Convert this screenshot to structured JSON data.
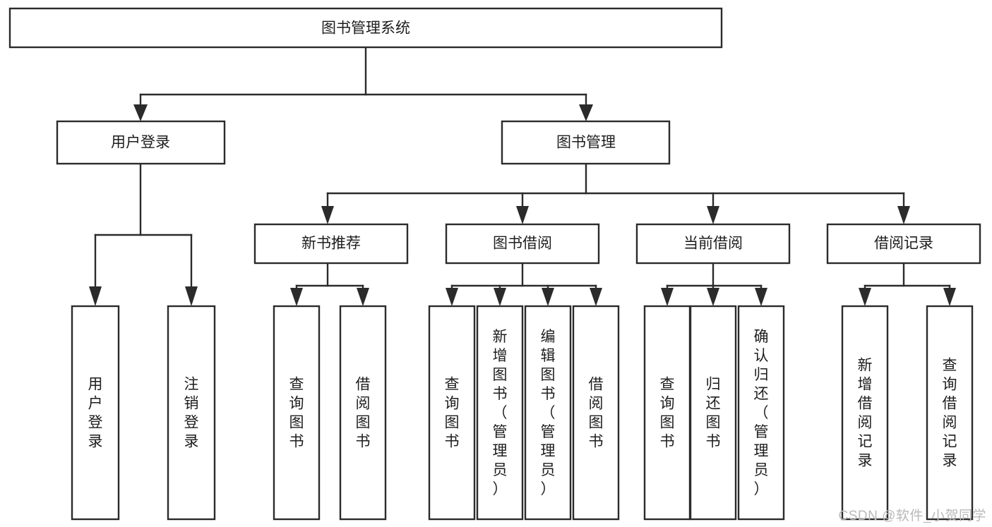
{
  "diagram": {
    "type": "tree-hierarchy-diagram",
    "title": "图书管理系统",
    "root": {
      "id": "root",
      "label": "图书管理系统",
      "orientation": "horizontal"
    },
    "level2": [
      {
        "id": "user-login",
        "label": "用户登录",
        "orientation": "horizontal"
      },
      {
        "id": "book-manage",
        "label": "图书管理",
        "orientation": "horizontal"
      }
    ],
    "level3": [
      {
        "id": "new-book-recommend",
        "label": "新书推荐",
        "orientation": "horizontal",
        "parent": "book-manage"
      },
      {
        "id": "book-borrow",
        "label": "图书借阅",
        "orientation": "horizontal",
        "parent": "book-manage"
      },
      {
        "id": "current-borrow",
        "label": "当前借阅",
        "orientation": "horizontal",
        "parent": "book-manage"
      },
      {
        "id": "borrow-record",
        "label": "借阅记录",
        "orientation": "horizontal",
        "parent": "book-manage"
      }
    ],
    "leaves": [
      {
        "id": "leaf-user-login",
        "label": "用户登录",
        "orientation": "vertical",
        "parent": "user-login"
      },
      {
        "id": "leaf-user-logout",
        "label": "注销登录",
        "orientation": "vertical",
        "parent": "user-login"
      },
      {
        "id": "leaf-query-book-1",
        "label": "查询图书",
        "orientation": "vertical",
        "parent": "new-book-recommend"
      },
      {
        "id": "leaf-borrow-book-1",
        "label": "借阅图书",
        "orientation": "vertical",
        "parent": "new-book-recommend"
      },
      {
        "id": "leaf-query-book-2",
        "label": "查询图书",
        "orientation": "vertical",
        "parent": "book-borrow"
      },
      {
        "id": "leaf-add-book",
        "label": "新增图书（管理员）",
        "orientation": "vertical",
        "parent": "book-borrow"
      },
      {
        "id": "leaf-edit-book",
        "label": "编辑图书（管理员）",
        "orientation": "vertical",
        "parent": "book-borrow"
      },
      {
        "id": "leaf-borrow-book-2",
        "label": "借阅图书",
        "orientation": "vertical",
        "parent": "book-borrow"
      },
      {
        "id": "leaf-query-book-3",
        "label": "查询图书",
        "orientation": "vertical",
        "parent": "current-borrow"
      },
      {
        "id": "leaf-return-book",
        "label": "归还图书",
        "orientation": "vertical",
        "parent": "current-borrow"
      },
      {
        "id": "leaf-confirm-return",
        "label": "确认归还（管理员）",
        "orientation": "vertical",
        "parent": "current-borrow"
      },
      {
        "id": "leaf-add-record",
        "label": "新增借阅记录",
        "orientation": "vertical",
        "parent": "borrow-record"
      },
      {
        "id": "leaf-query-record",
        "label": "查询借阅记录",
        "orientation": "vertical",
        "parent": "borrow-record"
      }
    ]
  },
  "watermark": {
    "text": "CSDN @软件_小贺同学"
  },
  "colors": {
    "stroke": "#2b2b2b",
    "box_fill": "#ffffff",
    "text": "#1d1d1d",
    "watermark": "#b9b9b9",
    "background": "#ffffff"
  }
}
